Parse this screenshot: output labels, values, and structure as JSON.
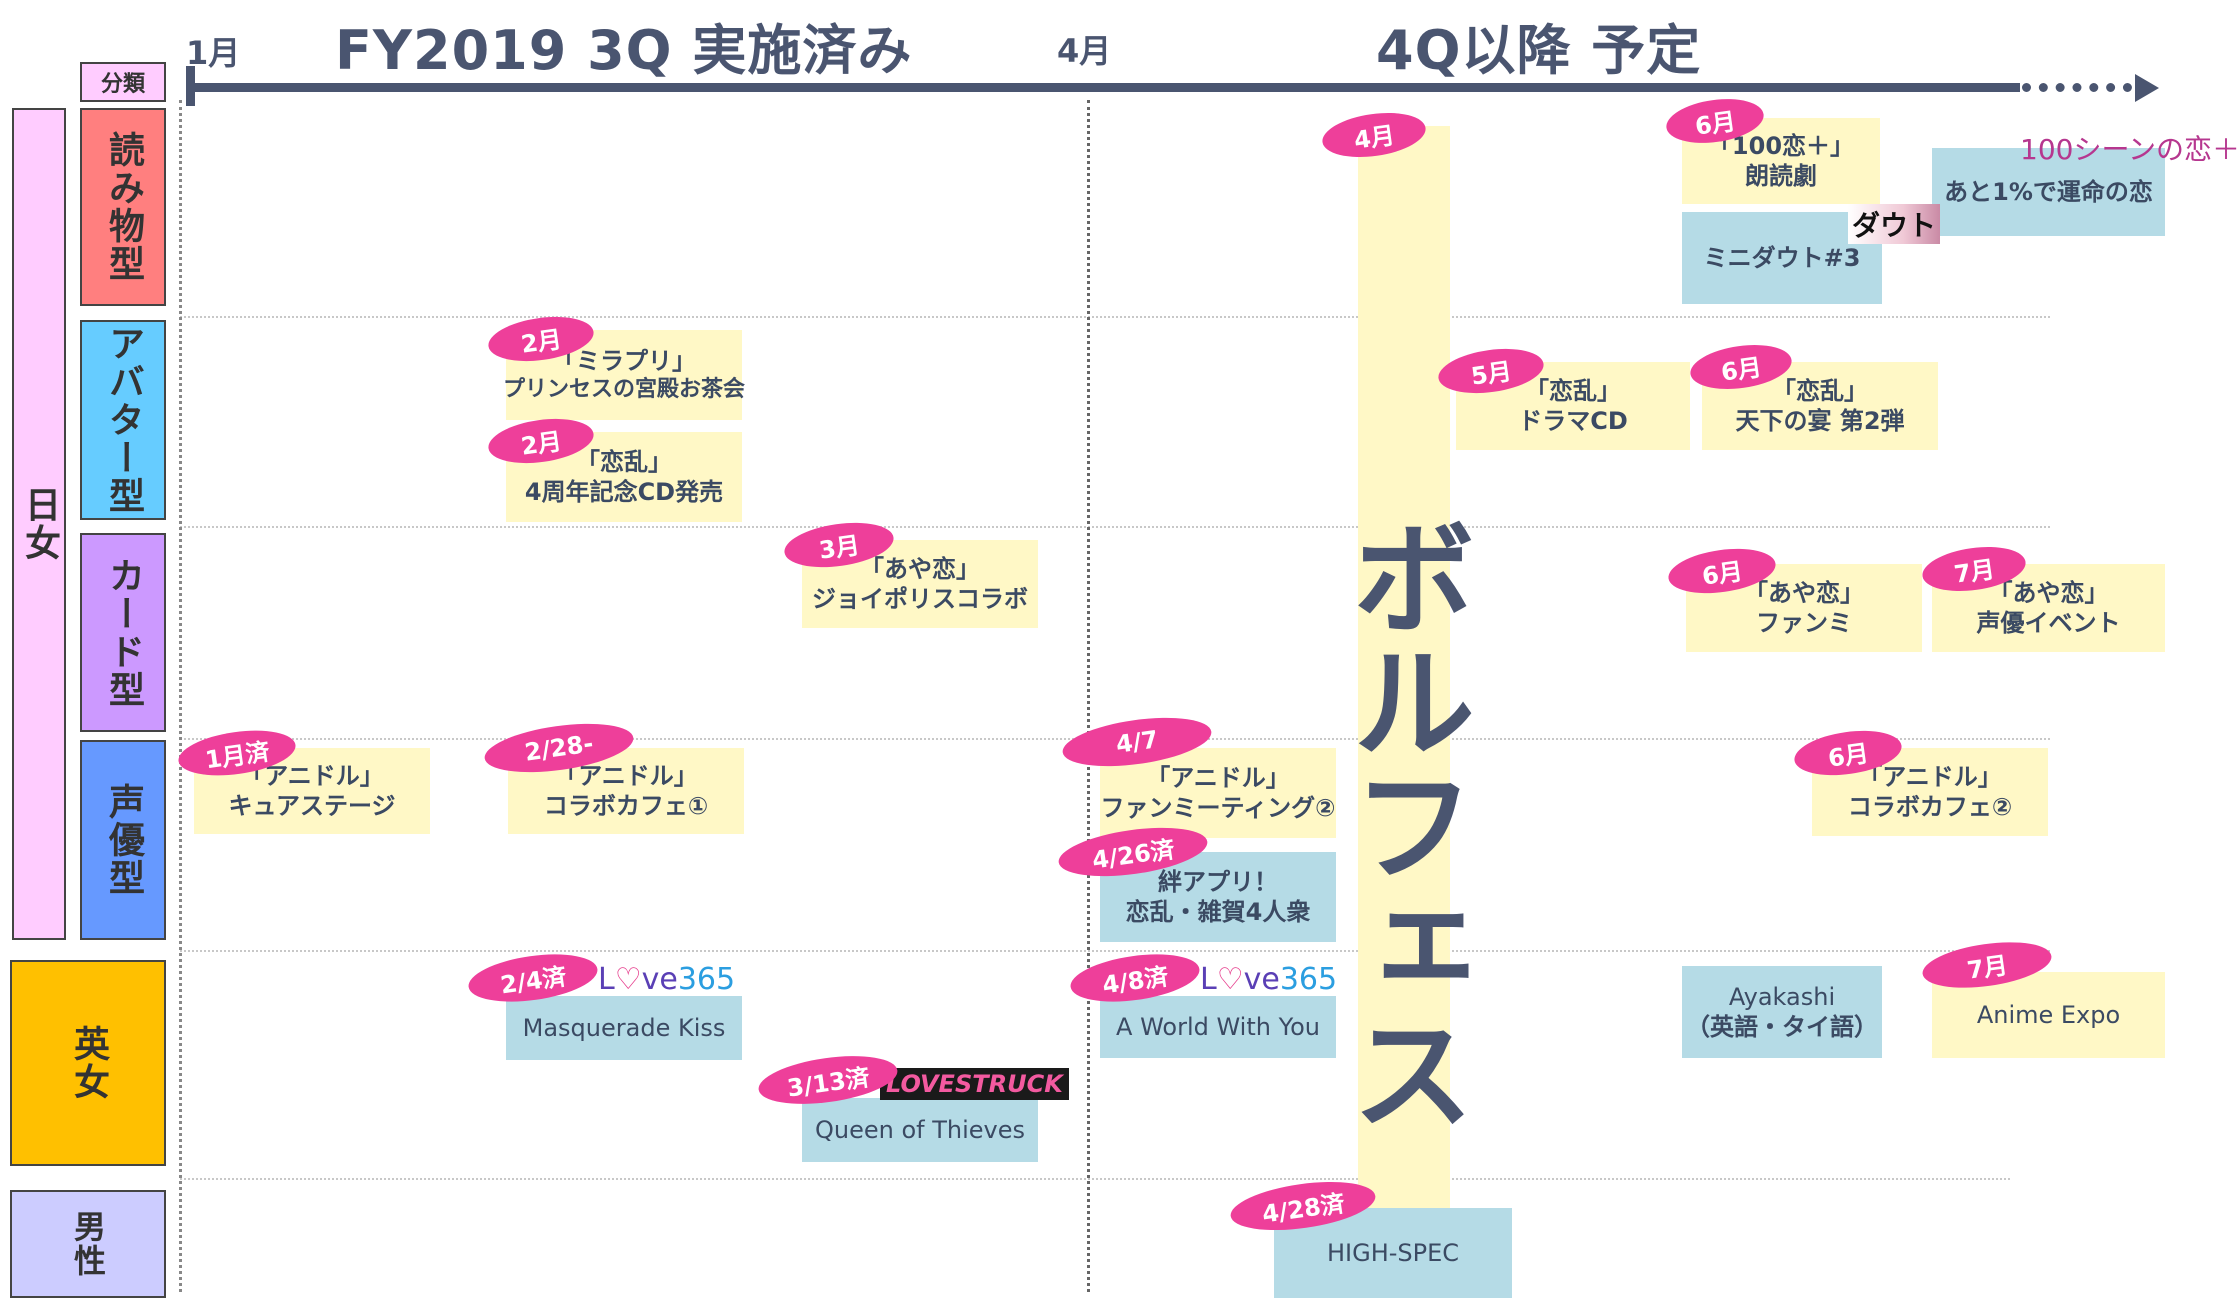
{
  "header": {
    "month_jan": "1月",
    "month_apr": "4月",
    "left_title": "FY2019 3Q  実施済み",
    "right_title": "4Q以降  予定",
    "category_header": "分類"
  },
  "categories": {
    "group_japan_women": "日女",
    "reading": "読み物型",
    "avatar": "アバター型",
    "card": "カード型",
    "voice": "声優型",
    "english_women": "英女",
    "male": "男性"
  },
  "volfes": {
    "badge": "4月",
    "label": "ボルフェス"
  },
  "events": [
    {
      "id": "r1",
      "badge": "6月",
      "lines": [
        "「100恋＋」",
        "朗読劇"
      ]
    },
    {
      "id": "r2",
      "logo": "100シーンの恋＋",
      "lines": [
        "あと1%で運命の恋"
      ]
    },
    {
      "id": "r3",
      "logo": "ダウト",
      "lines": [
        "ミニダウト#3"
      ]
    },
    {
      "id": "a1",
      "badge": "2月",
      "lines": [
        "「ミラプリ」",
        "プリンセスの宮殿お茶会"
      ]
    },
    {
      "id": "a2",
      "badge": "2月",
      "lines": [
        "「恋乱」",
        "4周年記念CD発売"
      ]
    },
    {
      "id": "a3",
      "badge": "5月",
      "lines": [
        "「恋乱」",
        "ドラマCD"
      ]
    },
    {
      "id": "a4",
      "badge": "6月",
      "lines": [
        "「恋乱」",
        "天下の宴  第2弾"
      ]
    },
    {
      "id": "c1",
      "badge": "3月",
      "lines": [
        "「あや恋」",
        "ジョイポリスコラボ"
      ]
    },
    {
      "id": "c2",
      "badge": "6月",
      "lines": [
        "「あや恋」",
        "ファンミ"
      ]
    },
    {
      "id": "c3",
      "badge": "7月",
      "lines": [
        "「あや恋」",
        "声優イベント"
      ]
    },
    {
      "id": "v1",
      "badge": "1月済",
      "lines": [
        "「アニドル」",
        "キュアステージ"
      ]
    },
    {
      "id": "v2",
      "badge": "2/28-",
      "lines": [
        "「アニドル」",
        "コラボカフェ①"
      ]
    },
    {
      "id": "v3",
      "badge": "4/7",
      "lines": [
        "「アニドル」",
        "ファンミーティング②"
      ]
    },
    {
      "id": "v4",
      "badge": "4/26済",
      "lines": [
        "絆アプリ！",
        "恋乱・雑賀4人衆"
      ]
    },
    {
      "id": "v5",
      "badge": "6月",
      "lines": [
        "「アニドル」",
        "コラボカフェ②"
      ]
    },
    {
      "id": "e1",
      "badge": "2/4済",
      "logo": "Love365",
      "lines": [
        "Masquerade Kiss"
      ]
    },
    {
      "id": "e2",
      "badge": "3/13済",
      "logo": "LOVESTRUCK",
      "lines": [
        "Queen of Thieves"
      ]
    },
    {
      "id": "e3",
      "badge": "4/8済",
      "logo": "Love365",
      "lines": [
        "A World With You"
      ]
    },
    {
      "id": "e4",
      "lines": [
        "Ayakashi",
        "（英語・タイ語）"
      ]
    },
    {
      "id": "e5",
      "badge": "7月",
      "lines": [
        "Anime Expo"
      ]
    },
    {
      "id": "m1",
      "badge": "4/28済",
      "lines": [
        "HIGH-SPEC"
      ]
    }
  ],
  "colors": {
    "timeline": "#4a5570",
    "badge_pink": "#ee3f9a",
    "planned_yellow": "#fff8c6",
    "done_blue": "#b5dbe6",
    "cat_japan_women": "#ffccff",
    "cat_reading": "#ff7f7f",
    "cat_avatar": "#66ccff",
    "cat_card": "#cc99ff",
    "cat_voice": "#6699ff",
    "cat_english_women": "#ffc000",
    "cat_male": "#ccccff"
  }
}
